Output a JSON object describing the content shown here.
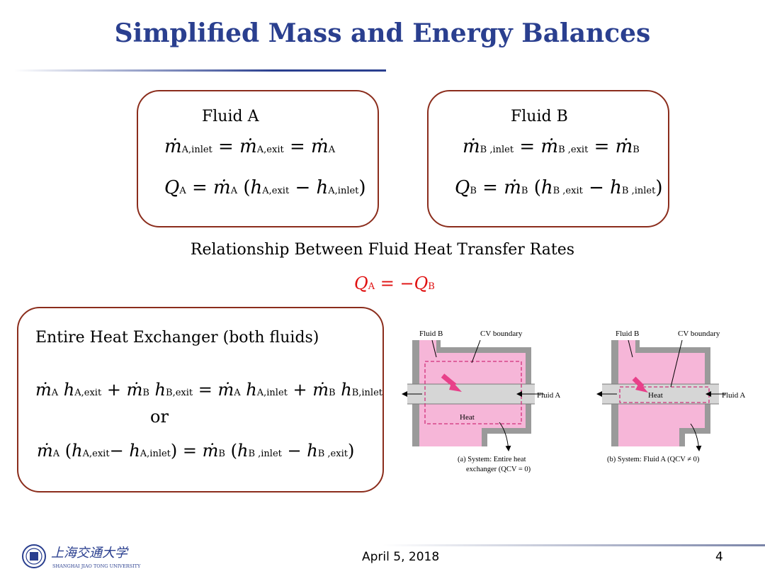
{
  "slide": {
    "title": "Simplified Mass and Energy Balances",
    "footer_date": "April 5, 2018",
    "page_number": "4",
    "logo_text_cn": "上海交通大学",
    "logo_text_en": "SHANGHAI JIAO TONG UNIVERSITY"
  },
  "fluid_a": {
    "heading": "Fluid A",
    "mass_eq": "ṁA,inlet = ṁA,exit = ṁA",
    "energy_eq": "QA = ṁA (hA,exit − hA,inlet)"
  },
  "fluid_b": {
    "heading": "Fluid B",
    "mass_eq": "ṁB,inlet = ṁB,exit = ṁB",
    "energy_eq": "QB = ṁB (hB,exit − hB,inlet)"
  },
  "relationship": {
    "heading": "Relationship Between Fluid Heat Transfer Rates",
    "equation": "QA = −QB"
  },
  "entire": {
    "heading": "Entire Heat Exchanger (both fluids)",
    "eq1": "ṁA hA,exit + ṁB hB,exit = ṁA hA,inlet + ṁB hB,inlet",
    "or_text": "or",
    "eq2": "ṁA (hA,exit− hA,inlet) = ṁB (hB,inlet − hB,exit)"
  },
  "figure_a": {
    "fluid_b_label": "Fluid B",
    "cv_label": "CV boundary",
    "fluid_a_label": "Fluid A",
    "heat_label": "Heat",
    "caption_line1": "(a) System: Entire heat",
    "caption_line2": "exchanger (QCV = 0)"
  },
  "figure_b": {
    "fluid_b_label": "Fluid B",
    "cv_label": "CV boundary",
    "fluid_a_label": "Fluid A",
    "heat_label": "Heat",
    "caption_line1": "(b) System: Fluid A (QCV ≠ 0)"
  },
  "colors": {
    "title": "#2a3f8f",
    "box_border": "#8b2d1c",
    "red": "#e01010",
    "pink": "#f6b6d8",
    "gray": "#9a9a9a",
    "cv_dash": "#d0307a"
  }
}
